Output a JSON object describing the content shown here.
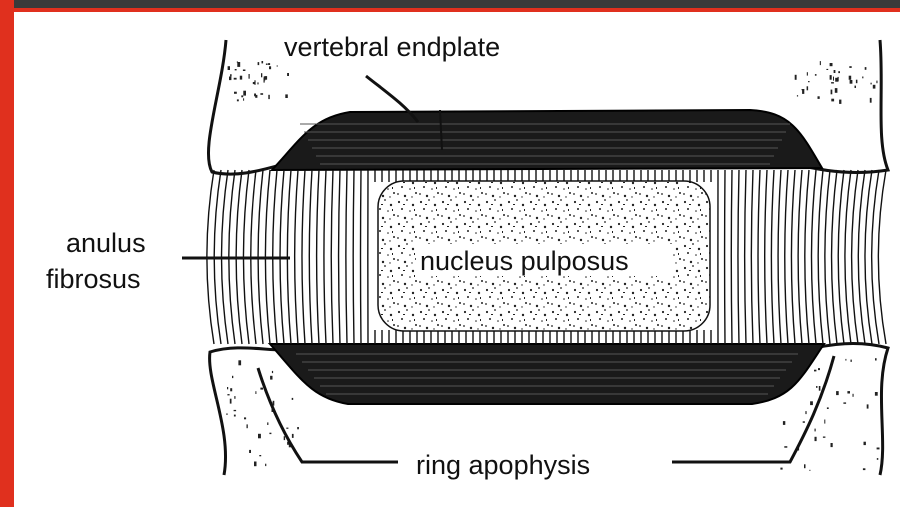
{
  "diagram": {
    "labels": {
      "endplate": "vertebral endplate",
      "anulus_line1": "anulus",
      "anulus_line2": "fibrosus",
      "nucleus": "nucleus pulposus",
      "ring": "ring apophysis"
    },
    "colors": {
      "frame_border": "#e0301e",
      "top_strip": "#3a3a3a",
      "ink": "#111111",
      "paper": "#ffffff"
    }
  }
}
